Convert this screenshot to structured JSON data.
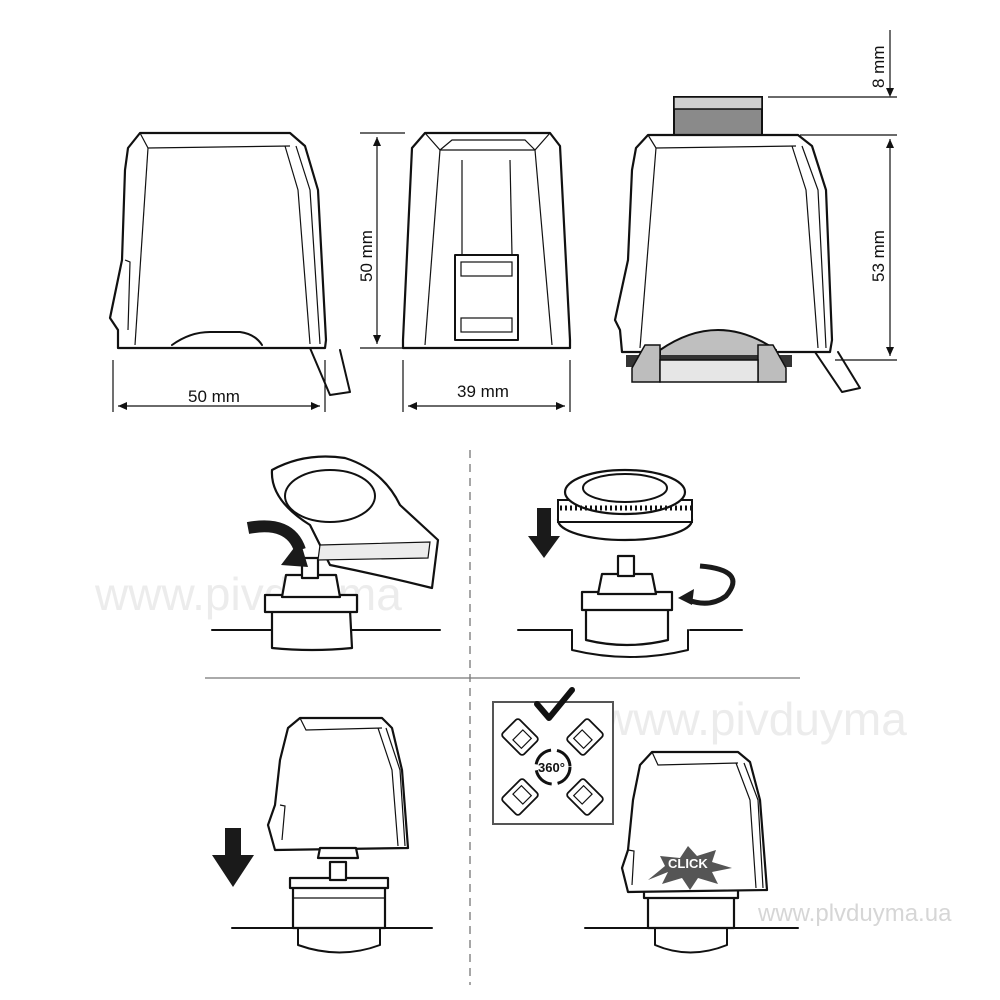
{
  "dimensions": {
    "side_width": "50 mm",
    "front_width": "39 mm",
    "front_height": "50 mm",
    "stroke": "8 mm",
    "mounted_height": "53 mm"
  },
  "install_step4": {
    "rotation_label": "360°",
    "click_label": "CLICK"
  },
  "watermark": {
    "url": "www.plvduyma.ua",
    "faint": "www.pivduyma"
  },
  "colors": {
    "line": "#111111",
    "pin_grey": "#8a8a8a",
    "dark_arrow": "#1a1a1a"
  }
}
